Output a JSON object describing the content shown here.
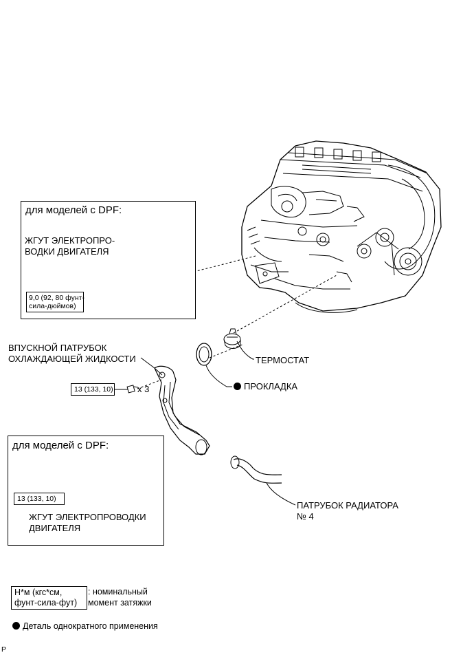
{
  "top_dpf_box": {
    "title": "для моделей с DPF:",
    "harness_label_line1": "ЖГУТ ЭЛЕКТРОПРО-",
    "harness_label_line2": "ВОДКИ ДВИГАТЕЛЯ",
    "torque_line1": "9,0 (92, 80 фунт-",
    "torque_line2": "сила-дюймов)"
  },
  "inlet_label_line1": "ВПУСКНОЙ ПАТРУБОК",
  "inlet_label_line2": "ОХЛАЖДАЮЩЕЙ ЖИДКОСТИ",
  "inlet_torque": "13 (133, 10)",
  "bolt_count": "x 3",
  "thermostat_label": "ТЕРМОСТАТ",
  "gasket_label": "ПРОКЛАДКА",
  "bottom_dpf_box": {
    "title": "для моделей с DPF:",
    "torque": "13 (133, 10)",
    "harness_label_line1": "ЖГУТ ЭЛЕКТРОПРОВОДКИ",
    "harness_label_line2": "ДВИГАТЕЛЯ"
  },
  "radiator_hose_line1": "ПАТРУБОК РАДИАТОРА",
  "radiator_hose_line2": "№ 4",
  "legend": {
    "torque_box_line1": "Н*м (кгс*см,",
    "torque_box_line2": "фунт-сила-фут)",
    "torque_desc_line1": ": номинальный",
    "torque_desc_line2": "момент затяжки",
    "single_use": "Деталь однократного применения"
  },
  "corner_mark": "P"
}
